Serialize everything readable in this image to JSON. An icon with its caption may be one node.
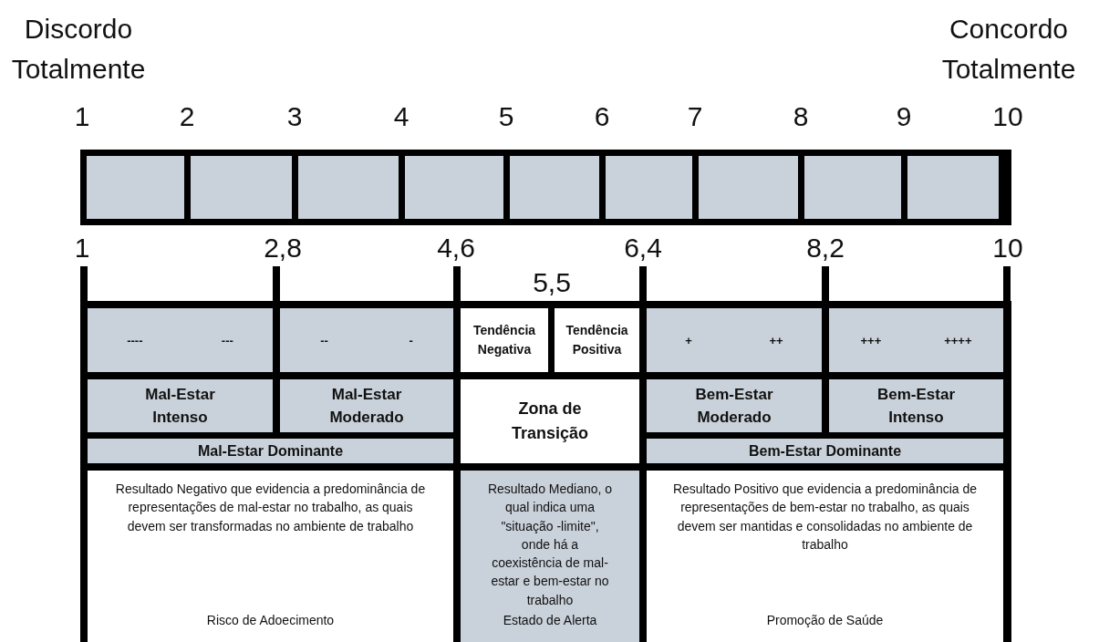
{
  "diagram": {
    "nodes": [
      {
        "text": [],
        "shape": "box"
      },
      {
        "text": [],
        "shape": "box"
      },
      {
        "text": [],
        "shape": "box"
      },
      {
        "text": [],
        "shape": "box"
      },
      {
        "text": [],
        "shape": "box"
      },
      {
        "text": [],
        "shape": "box"
      },
      {
        "text": [],
        "shape": "box"
      },
      {
        "text": [],
        "shape": "box"
      },
      {
        "text": [],
        "shape": "box"
      },
      {
        "text": [
          "----",
          "---"
        ]
      },
      {
        "text": [
          "--",
          "-"
        ]
      },
      {
        "text": [
          "Tendência Negativa"
        ]
      },
      {
        "text": [
          "Tendência Positiva"
        ]
      },
      {
        "text": [
          "+",
          "++"
        ]
      },
      {
        "text": [
          "+++",
          "++++"
        ]
      },
      {
        "text": [
          "Mal-Estar Intenso"
        ]
      },
      {
        "text": [
          "Mal-Estar Moderado"
        ]
      },
      {
        "text": [
          "Zona de Transição"
        ]
      },
      {
        "text": [
          "Bem-Estar Moderado"
        ]
      },
      {
        "text": [
          "Bem-Estar Intenso"
        ]
      },
      {
        "text": [
          "Mal-Estar Dominante"
        ]
      },
      {
        "text": [
          "Bem-Estar Dominante"
        ]
      },
      {
        "text": [
          "Resultado Negativo que evidencia a predominância de representações de mal-estar no trabalho, as quais devem ser transformadas no ambiente de trabalho",
          "Risco de Adoecimento"
        ]
      },
      {
        "text": [
          "Resultado Mediano, o qual indica uma \"situação -limite\", onde há a coexistência de mal-estar e bem-estar no trabalho",
          "Estado de Alerta"
        ]
      },
      {
        "text": [
          "Resultado Positivo que evidencia a predominância de representações de bem-estar no trabalho, as quais devem ser mantidas e consolidadas no ambiente de trabalho",
          "Promoção de Saúde"
        ]
      }
    ],
    "edges": [],
    "labels": [
      "Discordo Totalmente",
      "Concordo Totalmente",
      "1",
      "2",
      "3",
      "4",
      "5",
      "6",
      "7",
      "8",
      "9",
      "10",
      "1",
      "2,8",
      "4,6",
      "6,4",
      "8,2",
      "10",
      "5,5"
    ]
  }
}
